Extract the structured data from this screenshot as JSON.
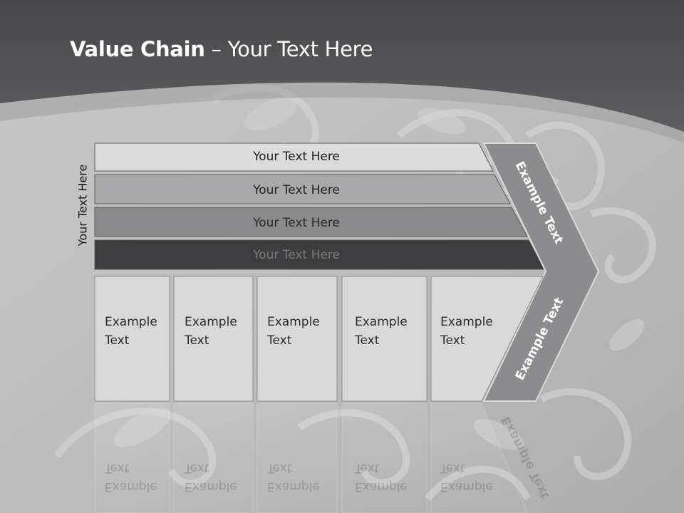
{
  "title": {
    "bold": "Value Chain",
    "rest": " – Your Text Here"
  },
  "side_label": "Your Text Here",
  "rows": [
    {
      "label": "Your Text Here"
    },
    {
      "label": "Your Text Here"
    },
    {
      "label": "Your Text Here"
    },
    {
      "label": "Your Text Here"
    }
  ],
  "boxes": [
    {
      "line1": "Example",
      "line2": "Text"
    },
    {
      "line1": "Example",
      "line2": "Text"
    },
    {
      "line1": "Example",
      "line2": "Text"
    },
    {
      "line1": "Example",
      "line2": "Text"
    },
    {
      "line1": "Example",
      "line2": "Text"
    }
  ],
  "arrow": {
    "upper_label": "Example Text",
    "lower_label": "Example Text"
  },
  "colors": {
    "header": "#535356",
    "row_fills": [
      "#dcdcdc",
      "#a9a9ab",
      "#8a8a8d",
      "#3d3d40"
    ],
    "arrow": "#8c8c8e",
    "box": "#d9d9d9"
  }
}
